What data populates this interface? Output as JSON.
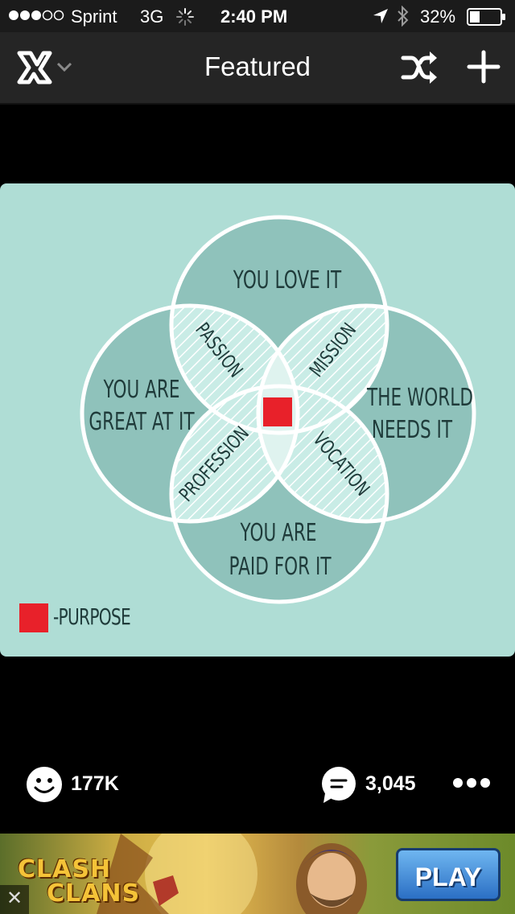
{
  "status_bar": {
    "carrier": "Sprint",
    "network": "3G",
    "time": "2:40 PM",
    "battery": "32%",
    "battery_level": 0.32
  },
  "nav": {
    "title": "Featured",
    "icons": [
      "app-logo-icon",
      "chevron-down-icon",
      "shuffle-icon",
      "plus-icon"
    ]
  },
  "diagram": {
    "circles": [
      "YOU LOVE IT",
      "YOU ARE GREAT AT IT",
      "THE WORLD NEEDS IT",
      "YOU ARE PAID FOR IT"
    ],
    "circle_lines": {
      "love": [
        "YOU LOVE IT"
      ],
      "great": [
        "YOU ARE",
        "GREAT AT IT"
      ],
      "world": [
        "THE WORLD",
        "NEEDS IT"
      ],
      "paid": [
        "YOU ARE",
        "PAID FOR IT"
      ]
    },
    "overlaps": {
      "passion": "PASSION",
      "mission": "MISSION",
      "profession": "PROFESSION",
      "vocation": "VOCATION"
    },
    "legend": "-PURPOSE",
    "colors": {
      "background": "#afddd5",
      "circle_fill": "#8fc2bb",
      "circle_stroke": "#ffffff",
      "purpose": "#e8212a",
      "text": "#1f3b3a"
    }
  },
  "actions": {
    "likes": "177K",
    "comments": "3,045",
    "icons": [
      "smiley-icon",
      "comment-icon",
      "more-icon"
    ]
  },
  "ad": {
    "title_line1": "CLASH",
    "title_line2": "CLANS",
    "play_label": "PLAY",
    "close_label": "✕"
  }
}
